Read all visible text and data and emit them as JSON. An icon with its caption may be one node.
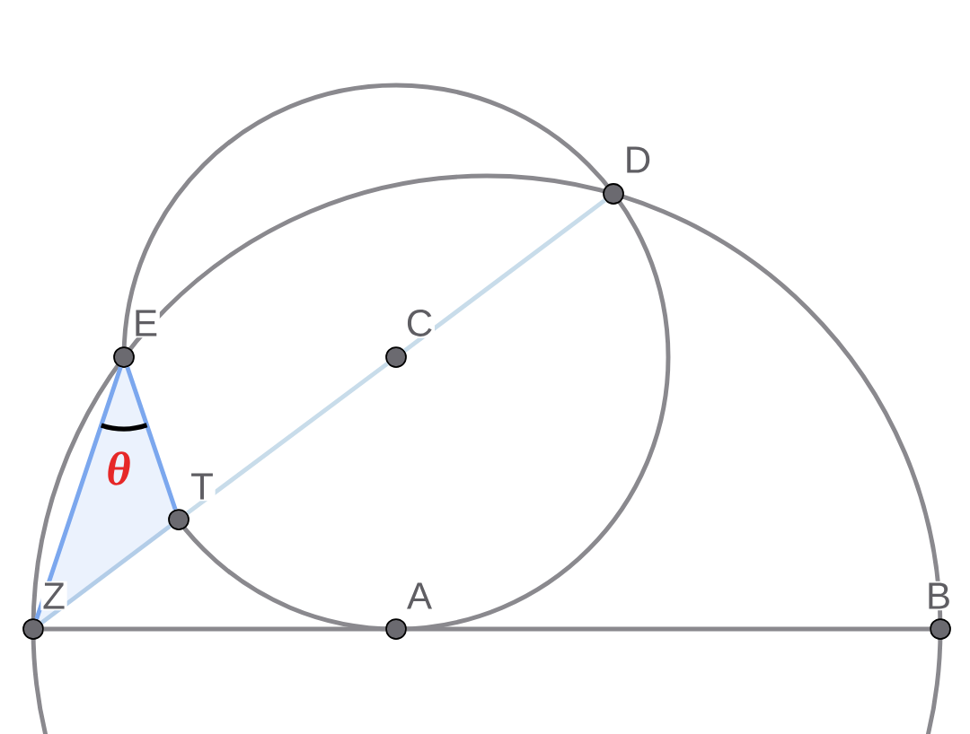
{
  "diagram": {
    "nodes": [
      {
        "text": [
          "D"
        ]
      },
      {
        "text": [
          "E"
        ]
      },
      {
        "text": [
          "C"
        ]
      },
      {
        "text": [
          "T"
        ]
      },
      {
        "text": [
          "Z"
        ]
      },
      {
        "text": [
          "A"
        ]
      },
      {
        "text": [
          "B"
        ]
      }
    ],
    "edges": [
      {
        "from": 1,
        "to": 4,
        "arrow": "none",
        "color": "#7ba7ee"
      },
      {
        "from": 1,
        "to": 3,
        "arrow": "none",
        "color": "#7ba7ee"
      },
      {
        "from": 4,
        "to": 3,
        "arrow": "none",
        "color": "#b3cde8"
      },
      {
        "from": 3,
        "to": 2,
        "arrow": "none",
        "color": "#c8dcea"
      },
      {
        "from": 2,
        "to": 0,
        "arrow": "none",
        "color": "#c8dcea"
      },
      {
        "from": 4,
        "to": 5,
        "arrow": "none",
        "color": "#8a898e"
      },
      {
        "from": 5,
        "to": 6,
        "arrow": "none",
        "color": "#8a898e"
      }
    ],
    "labels": [
      "θ"
    ]
  }
}
